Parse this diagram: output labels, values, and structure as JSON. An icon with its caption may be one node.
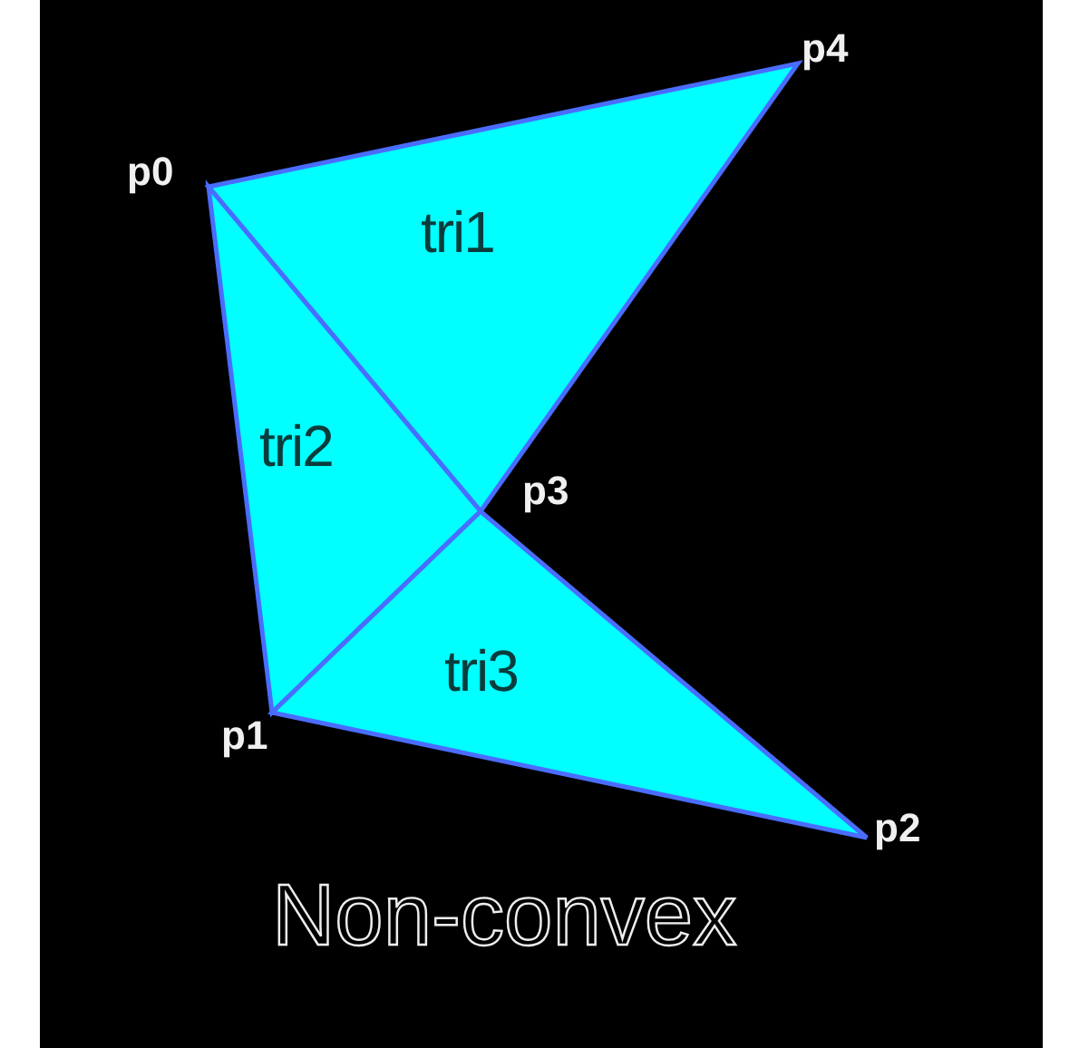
{
  "diagram": {
    "caption": "Non-convex",
    "nodes": [
      {
        "text": [
          "tri1"
        ]
      },
      {
        "text": [
          "tri2"
        ]
      },
      {
        "text": [
          "tri3"
        ]
      }
    ],
    "labels": [
      "p4",
      "p0",
      "p3",
      "p1",
      "p2"
    ]
  }
}
